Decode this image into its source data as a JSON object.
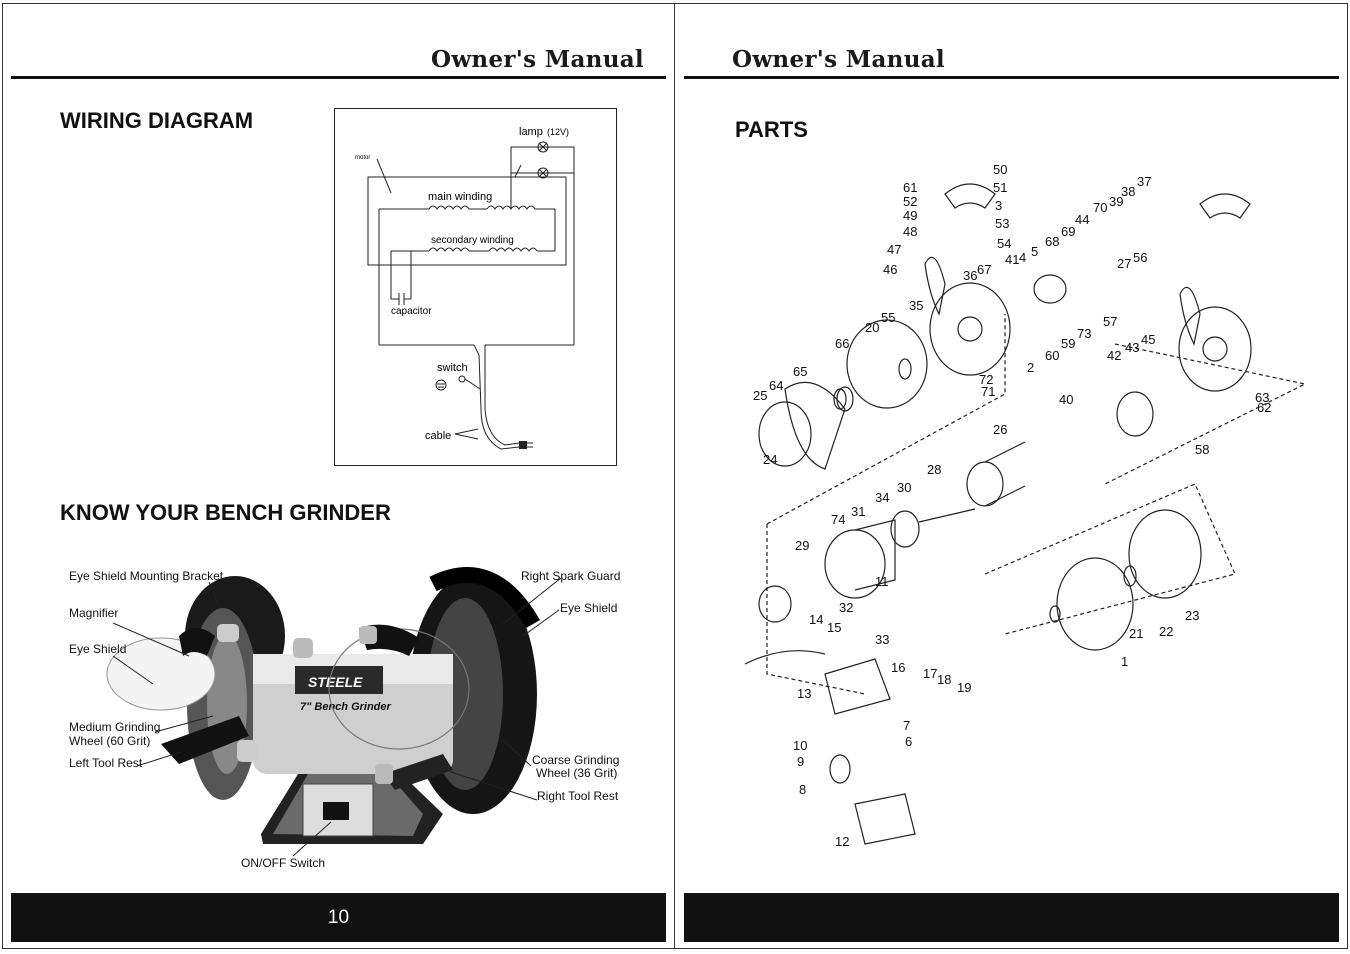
{
  "left_page": {
    "header": "Owner's Manual",
    "wiring_title": "WIRING DIAGRAM",
    "wiring": {
      "lamp": "lamp",
      "lamp_voltage": "(12V)",
      "motor": "motor",
      "main_winding": "main winding",
      "secondary_winding": "secondary winding",
      "capacitor": "capacitor",
      "switch": "switch",
      "cable": "cable"
    },
    "know_title": "KNOW YOUR BENCH GRINDER",
    "brand": "STEELE",
    "model_text": "7\" Bench Grinder",
    "labels": {
      "eye_shield_bracket": "Eye Shield Mounting Bracket",
      "magnifier": "Magnifier",
      "eye_shield_left": "Eye Shield",
      "medium_wheel_1": "Medium Grinding",
      "medium_wheel_2": "Wheel (60 Grit)",
      "left_tool_rest": "Left Tool Rest",
      "right_spark_guard": "Right Spark Guard",
      "eye_shield_right": "Eye Shield",
      "coarse_wheel_1": "Coarse Grinding",
      "coarse_wheel_2": "Wheel (36 Grit)",
      "right_tool_rest": "Right Tool Rest",
      "on_off_switch": "ON/OFF Switch"
    },
    "page_number": "10"
  },
  "right_page": {
    "header": "Owner's Manual",
    "parts_title": "PARTS",
    "part_numbers": [
      "50",
      "51",
      "3",
      "53",
      "54",
      "61",
      "52",
      "49",
      "48",
      "47",
      "46",
      "35",
      "36",
      "67",
      "41",
      "4",
      "5",
      "68",
      "69",
      "44",
      "70",
      "39",
      "38",
      "37",
      "27",
      "56",
      "20",
      "55",
      "66",
      "64",
      "65",
      "25",
      "24",
      "71",
      "72",
      "2",
      "60",
      "59",
      "73",
      "57",
      "42",
      "43",
      "45",
      "63",
      "62",
      "26",
      "40",
      "58",
      "28",
      "30",
      "34",
      "29",
      "31",
      "74",
      "11",
      "32",
      "33",
      "14",
      "15",
      "13",
      "16",
      "17",
      "18",
      "19",
      "10",
      "9",
      "8",
      "7",
      "6",
      "12",
      "1",
      "21",
      "22",
      "23"
    ]
  }
}
